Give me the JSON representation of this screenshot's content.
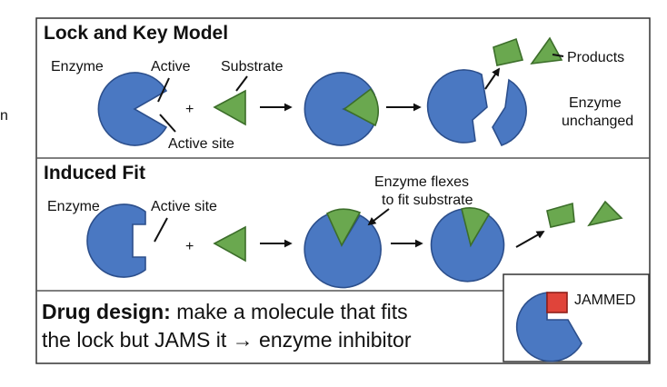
{
  "colors": {
    "enzyme": "#4a78c2",
    "substrate": "#6aa84f",
    "inhibitor": "#e0443a"
  },
  "side_fragment": "n",
  "lock_and_key": {
    "title": "Lock and Key Model",
    "enzyme_label": "Enzyme",
    "active_label": "Active",
    "substrate_label": "Substrate",
    "active_site_label": "Active site",
    "plus": "+",
    "products_label": "Products",
    "enzyme_unchanged_line1": "Enzyme",
    "enzyme_unchanged_line2": "unchanged"
  },
  "induced_fit": {
    "title": "Induced Fit",
    "enzyme_label": "Enzyme",
    "active_site_label": "Active site",
    "plus": "+",
    "flex_line1": "Enzyme flexes",
    "flex_line2": "to fit substrate"
  },
  "drug_design": {
    "bold_part": "Drug design:",
    "line1_rest": " make a molecule that fits",
    "line2": "the lock but JAMS it → enzyme inhibitor",
    "jammed_label": "JAMMED"
  }
}
